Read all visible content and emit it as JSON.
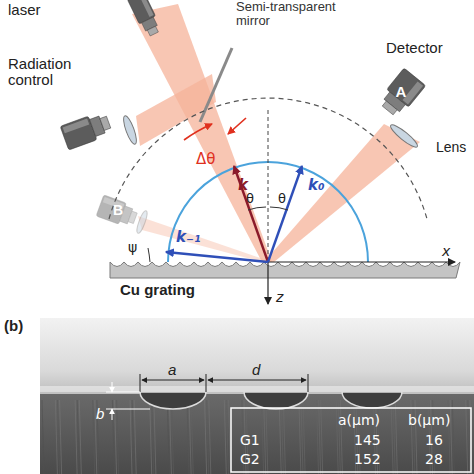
{
  "diagram": {
    "nodes": [
      {
        "text": [
          "laser"
        ]
      },
      {
        "text": [
          "Radiation control"
        ]
      },
      {
        "text": [
          "Detector",
          "A"
        ]
      },
      {
        "text": [
          "B"
        ]
      }
    ],
    "labels": [
      "Semi-transparent mirror",
      "Lens",
      "Δθ",
      "k",
      "θ",
      "θ",
      "k₀",
      "k₋₁",
      "ψ",
      "x",
      "z",
      "Cu grating",
      "(b)",
      "a",
      "d",
      "b",
      "a(μm)",
      "b(μm)",
      "G1",
      "145",
      "16",
      "G2",
      "152",
      "28"
    ]
  }
}
